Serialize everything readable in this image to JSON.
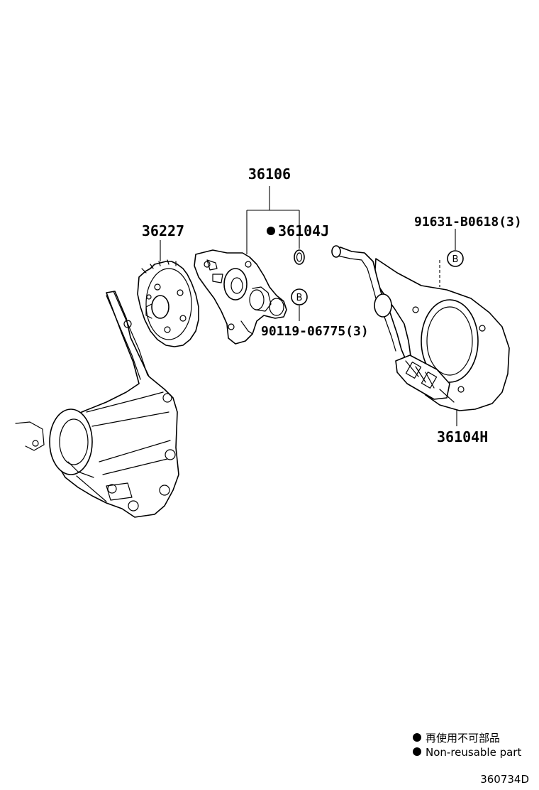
{
  "diagram": {
    "parts": [
      {
        "id": "p36106",
        "label": "36106"
      },
      {
        "id": "p36227",
        "label": "36227"
      },
      {
        "id": "p36104J",
        "label": "36104J",
        "non_reusable": true
      },
      {
        "id": "p91631",
        "label": "91631-B0618(3)"
      },
      {
        "id": "p90119",
        "label": "90119-06775(3)"
      },
      {
        "id": "p36104H",
        "label": "36104H"
      }
    ],
    "callout_markers": {
      "b1": "B",
      "b2": "B"
    },
    "legend": {
      "line1": "再使用不可部品",
      "line2": "Non-reusable part"
    },
    "illustration_code": "360734D"
  }
}
